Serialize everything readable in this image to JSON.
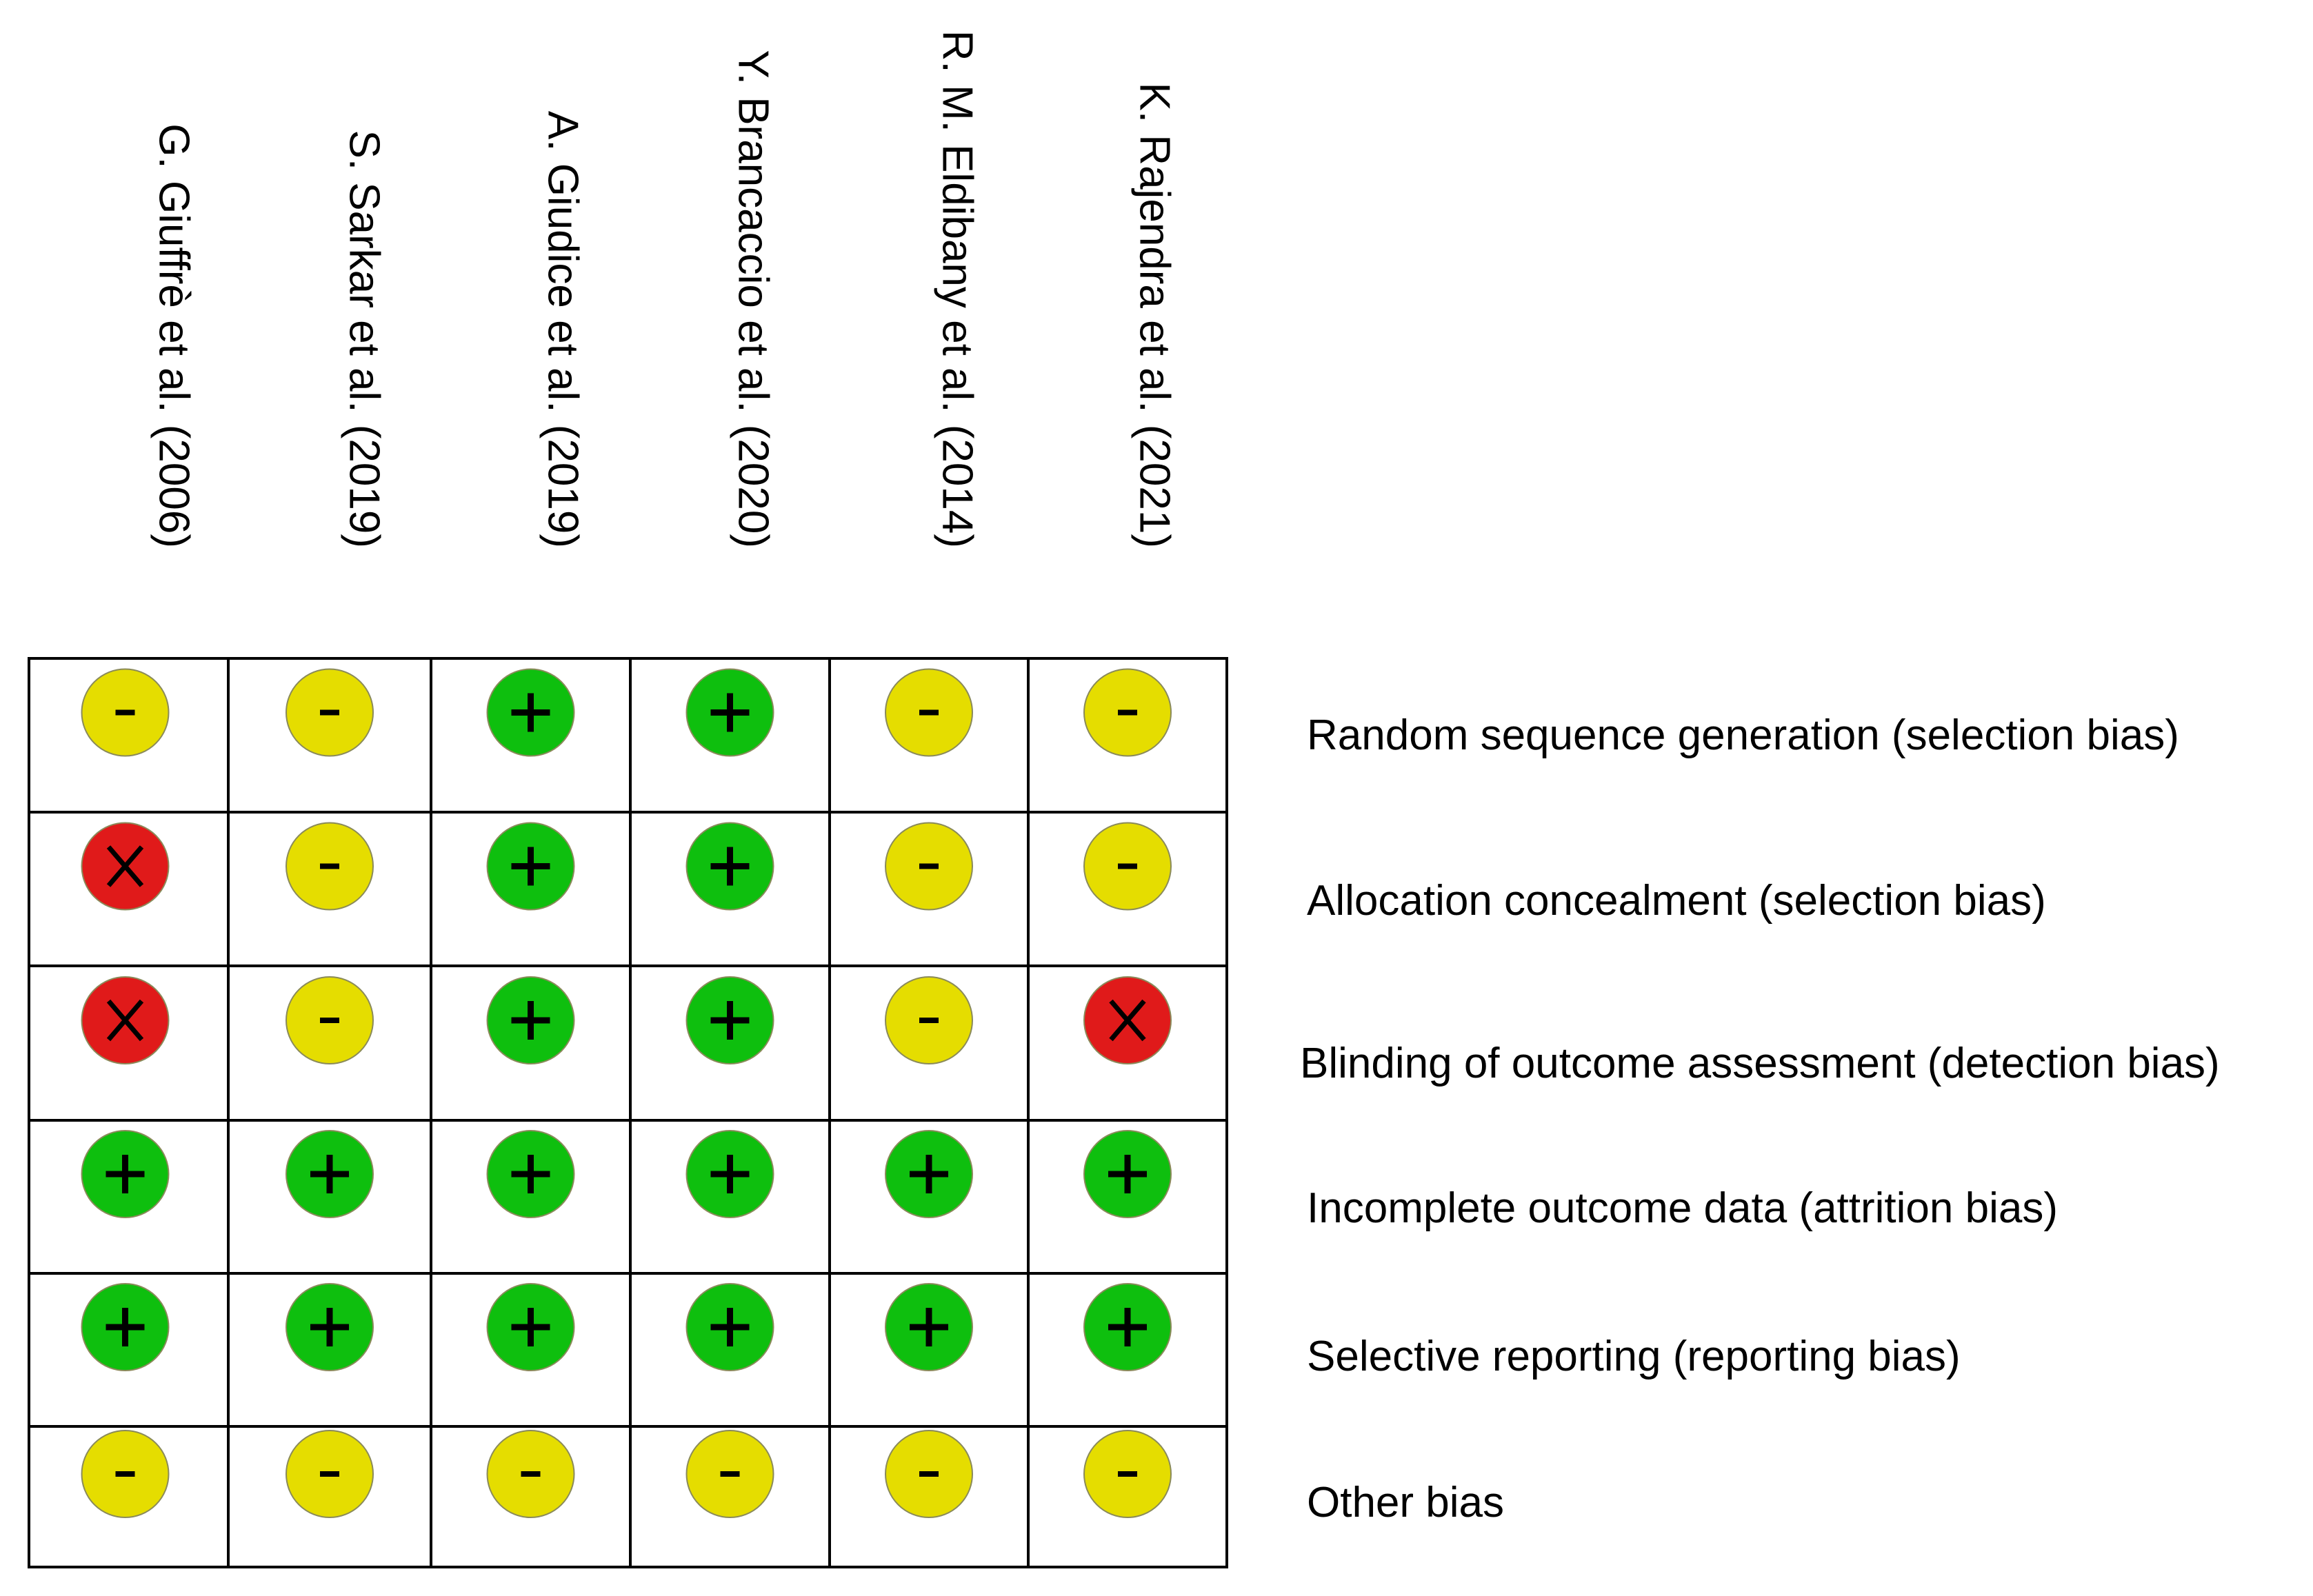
{
  "chart_data": {
    "type": "table",
    "studies": [
      "G. Giuffrè et al. (2006)",
      "S. Sarkar et al. (2019)",
      "A. Giudice et al. (2019)",
      "Y. Brancaccio et al. (2020)",
      "R. M. Eldibany et al. (2014)",
      "K. Rajendra et al. (2021)"
    ],
    "domains": [
      "Random sequence generation (selection bias)",
      "Allocation concealment (selection bias)",
      "Blinding of outcome assessment (detection bias)",
      "Incomplete outcome data (attrition bias)",
      "Selective reporting (reporting bias)",
      "Other bias"
    ],
    "judgements": [
      [
        "unclear",
        "unclear",
        "low",
        "low",
        "unclear",
        "unclear"
      ],
      [
        "high",
        "unclear",
        "low",
        "low",
        "unclear",
        "unclear"
      ],
      [
        "high",
        "unclear",
        "low",
        "low",
        "unclear",
        "high"
      ],
      [
        "low",
        "low",
        "low",
        "low",
        "low",
        "low"
      ],
      [
        "low",
        "low",
        "low",
        "low",
        "low",
        "low"
      ],
      [
        "unclear",
        "unclear",
        "unclear",
        "unclear",
        "unclear",
        "unclear"
      ]
    ],
    "symbols": {
      "low": {
        "glyph": "+",
        "color": "#0ebf0e"
      },
      "unclear": {
        "glyph": "-",
        "color": "#e5dd00"
      },
      "high": {
        "glyph": "X",
        "color": "#e01a1a"
      }
    }
  }
}
